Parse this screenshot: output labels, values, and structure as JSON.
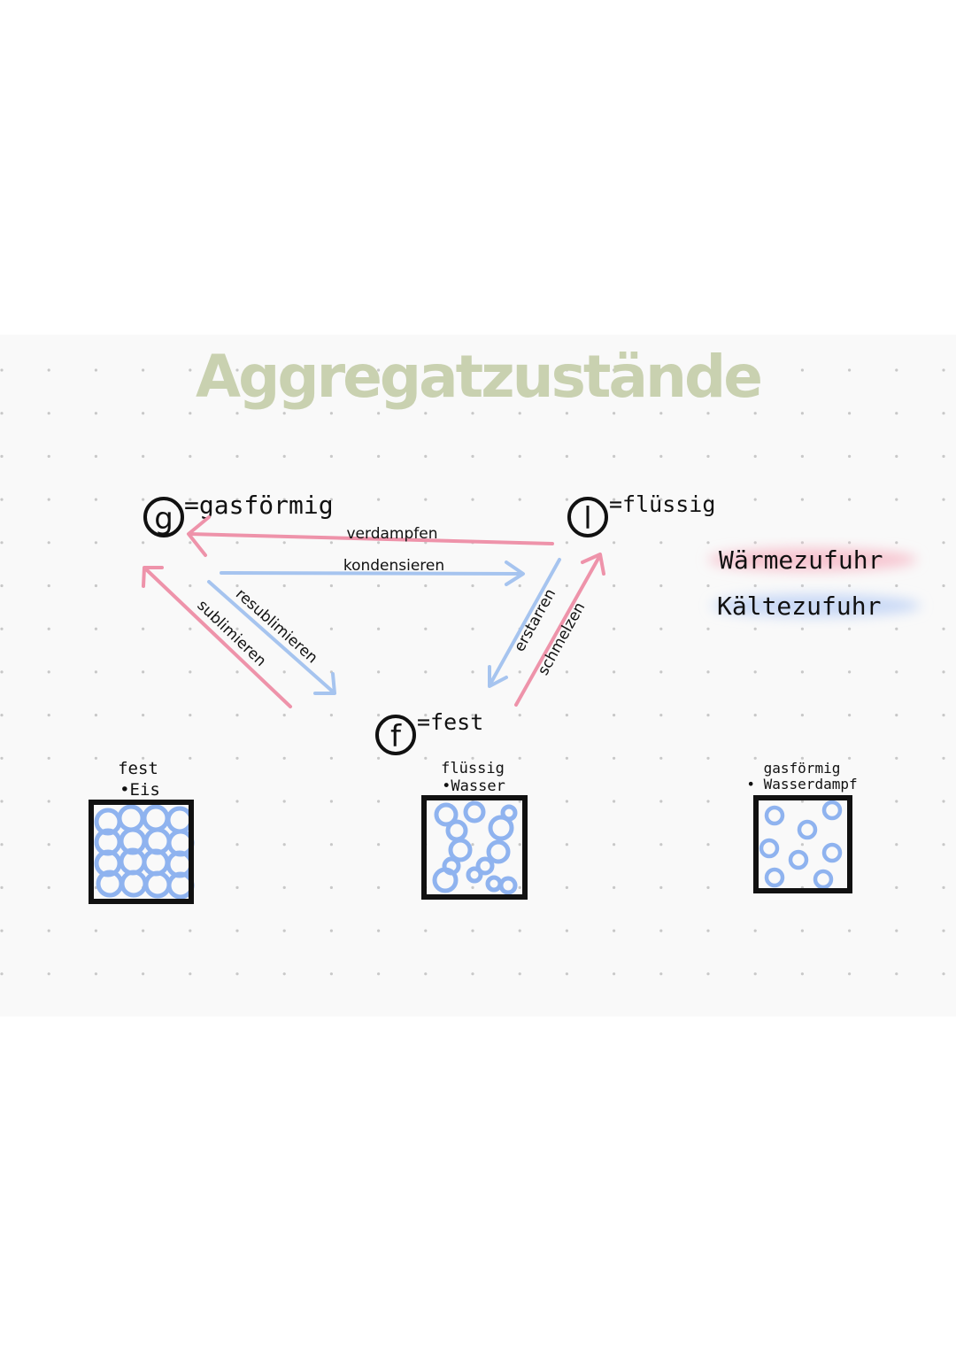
{
  "title": "Aggregatzustände",
  "colors": {
    "title": "#c9d1b0",
    "heat": "#ee93aa",
    "cold": "#a6c4ef",
    "particle": "#8fb3ef",
    "ink": "#111111",
    "paper": "#f9f9f9",
    "dot": "#c8c8c8"
  },
  "states": {
    "gas": {
      "symbol": "g",
      "label": "=gasförmig"
    },
    "liquid": {
      "symbol": "l",
      "label": "=flüssig"
    },
    "solid": {
      "symbol": "f",
      "label": "=fest"
    }
  },
  "transitions": {
    "verdampfen": "verdampfen",
    "kondensieren": "kondensieren",
    "resublimieren": "resublimieren",
    "sublimieren": "sublimieren",
    "erstarren": "erstarren",
    "schmelzen": "schmelzen"
  },
  "legend": {
    "heat": "Wärmezufuhr",
    "cold": "Kältezufuhr"
  },
  "examples": {
    "solid": {
      "state": "fest",
      "example": "•Eis"
    },
    "liquid": {
      "state": "flüssig",
      "example": "•Wasser"
    },
    "gas": {
      "state": "gasförmig",
      "example": "• Wasserdampf"
    }
  }
}
